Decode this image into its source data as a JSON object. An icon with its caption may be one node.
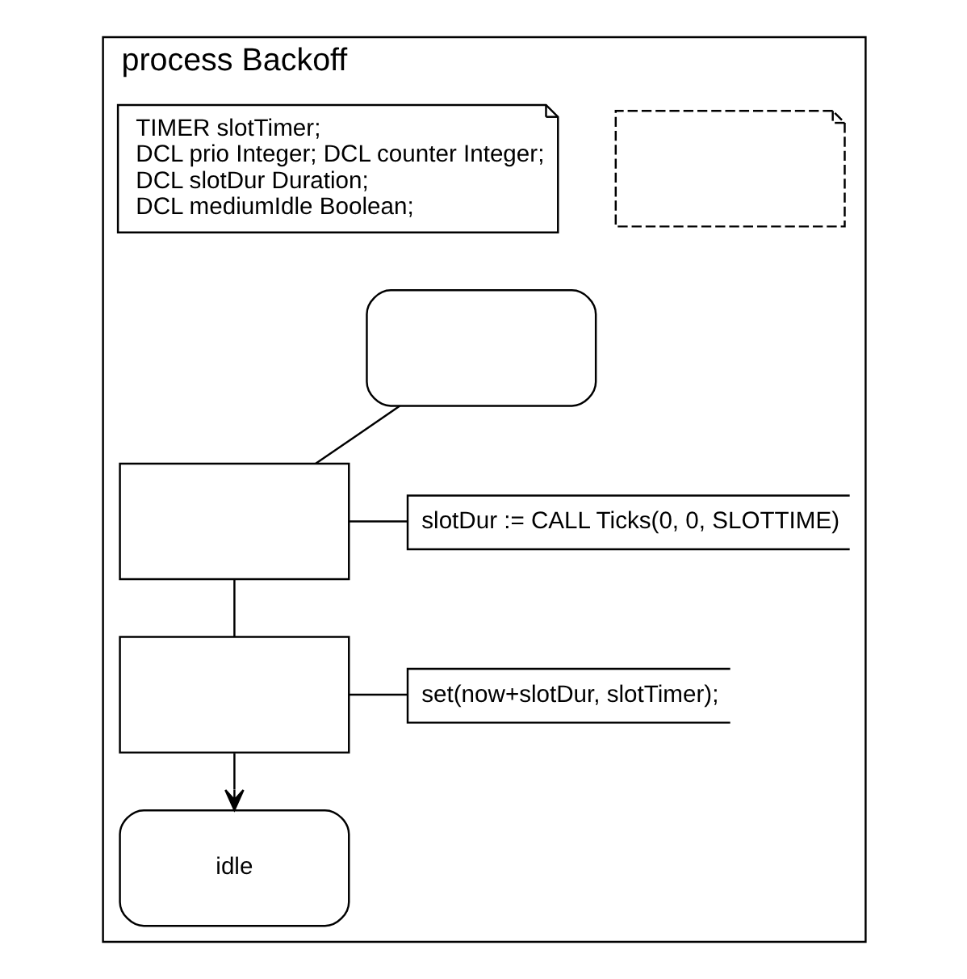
{
  "diagram": {
    "nodes": [
      {
        "text": [
          "process Backoff"
        ]
      },
      {
        "text": [],
        "shape": "note",
        "in": 0
      },
      {
        "text": [
          "TIMER slotTimer;",
          "DCL prio Integer; DCL counter Integer;",
          "DCL slotDur Duration;",
          "DCL mediumIdle Boolean;"
        ],
        "in": 0
      },
      {
        "text": [],
        "shape": "oval",
        "in": 0
      },
      {
        "text": [],
        "shape": "box",
        "in": 0
      },
      {
        "text": [
          "slotDur := CALL Ticks(0, 0, SLOTTIME)"
        ],
        "in": 0
      },
      {
        "text": [],
        "shape": "box",
        "in": 0
      },
      {
        "text": [
          "set(now+slotDur, slotTimer);"
        ],
        "in": 0
      },
      {
        "text": [
          "idle"
        ],
        "in": 0
      }
    ],
    "edges": [
      {
        "from": 3,
        "to": 4,
        "arrow": "none"
      },
      {
        "from": 4,
        "to": 5,
        "arrow": "none"
      },
      {
        "from": 4,
        "to": 6,
        "arrow": "none"
      },
      {
        "from": 6,
        "to": 7,
        "arrow": "none"
      },
      {
        "from": 6,
        "to": 8,
        "arrow": "to"
      }
    ]
  }
}
